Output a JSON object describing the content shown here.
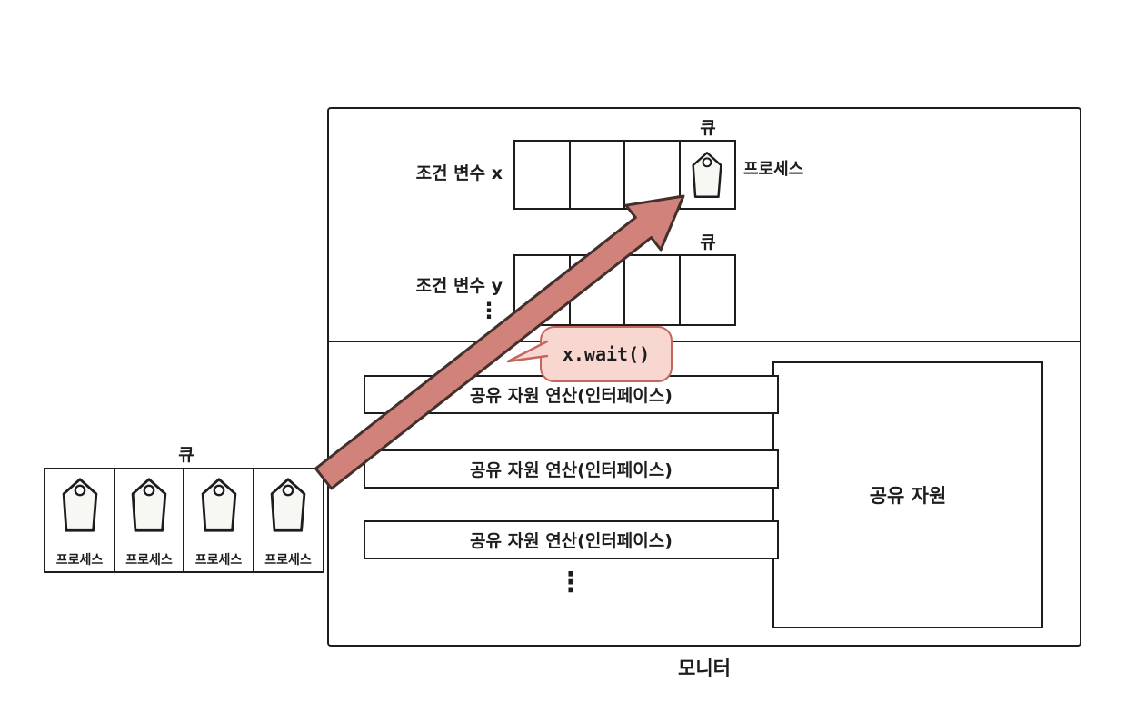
{
  "colors": {
    "ink": "#1d1d1d",
    "paper": "#ffffff",
    "arrow_fill": "#d1837b",
    "arrow_stroke": "#43302d",
    "bubble_fill": "#f8d7d1",
    "bubble_stroke": "#c4665e",
    "tag_fill": "#f7f7f4"
  },
  "monitor": {
    "label": "모니터"
  },
  "condition_x": {
    "label": "조건 변수 x",
    "queue_label": "큐",
    "process_label": "프로세스",
    "cell_count": 4
  },
  "condition_y": {
    "label": "조건 변수 y",
    "queue_label": "큐",
    "cell_count": 4
  },
  "ellipsis": "⋮",
  "callout": {
    "text": "x.wait()"
  },
  "interface_bars": [
    "공유 자원 연산(인터페이스)",
    "공유 자원 연산(인터페이스)",
    "공유 자원 연산(인터페이스)"
  ],
  "shared_resource": {
    "label": "공유 자원"
  },
  "entry_queue": {
    "queue_label": "큐",
    "processes": [
      "프로세스",
      "프로세스",
      "프로세스",
      "프로세스"
    ]
  }
}
